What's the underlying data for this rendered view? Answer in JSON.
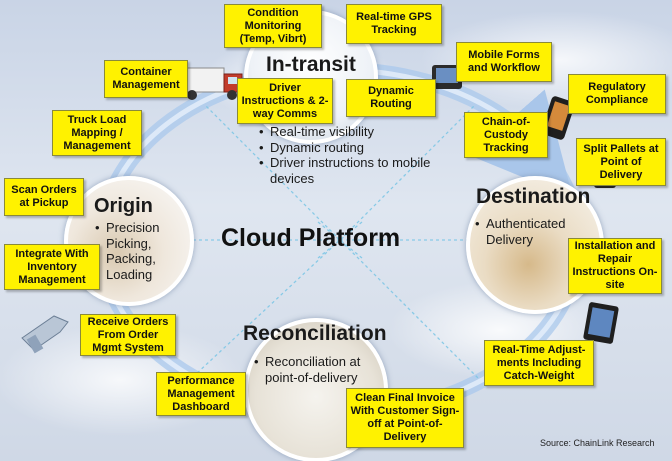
{
  "center": {
    "title": "Cloud Platform"
  },
  "stages": {
    "in_transit": {
      "title": "In-transit",
      "bullets": [
        "Real-time visibility",
        "Dynamic routing",
        "Driver instructions to mobile devices"
      ]
    },
    "origin": {
      "title": "Origin",
      "bullets": [
        "Precision Picking, Packing, Loading"
      ]
    },
    "destination": {
      "title": "Destination",
      "bullets": [
        "Authenticated Delivery"
      ]
    },
    "reconciliation": {
      "title": "Reconciliation",
      "bullets": [
        "Reconciliation at point-of-delivery"
      ]
    }
  },
  "callouts": {
    "condition_monitoring": "Condition Monitoring (Temp, Vibrt)",
    "gps_tracking": "Real-time GPS Tracking",
    "container_management": "Container Management",
    "mobile_forms": "Mobile Forms and Workflow",
    "driver_instructions": "Driver Instructions & 2-way Comms",
    "dynamic_routing": "Dynamic Routing",
    "regulatory_compliance": "Regulatory Compliance",
    "truck_load": "Truck Load Mapping / Management",
    "chain_of_custody": "Chain-of-Custody Tracking",
    "split_pallets": "Split Pallets at Point of Delivery",
    "scan_orders": "Scan Orders at Pickup",
    "integrate_inventory": "Integrate With Inventory Management",
    "installation_repair": "Installation and Repair Instructions On-site",
    "receive_orders": "Receive Orders From Order Mgmt System",
    "realtime_adjustments": "Real-Time Adjust-ments Including Catch-Weight",
    "performance_dashboard": "Performance Management Dashboard",
    "final_invoice": "Clean Final Invoice With Customer Sign-off at Point-of-Delivery"
  },
  "source": "Source: ChainLink Research",
  "icons": [
    "truck-icon",
    "mobile-device-icon",
    "smartphone-icon",
    "barcode-scanner-icon",
    "tablet-icon",
    "handheld-computer-icon"
  ]
}
